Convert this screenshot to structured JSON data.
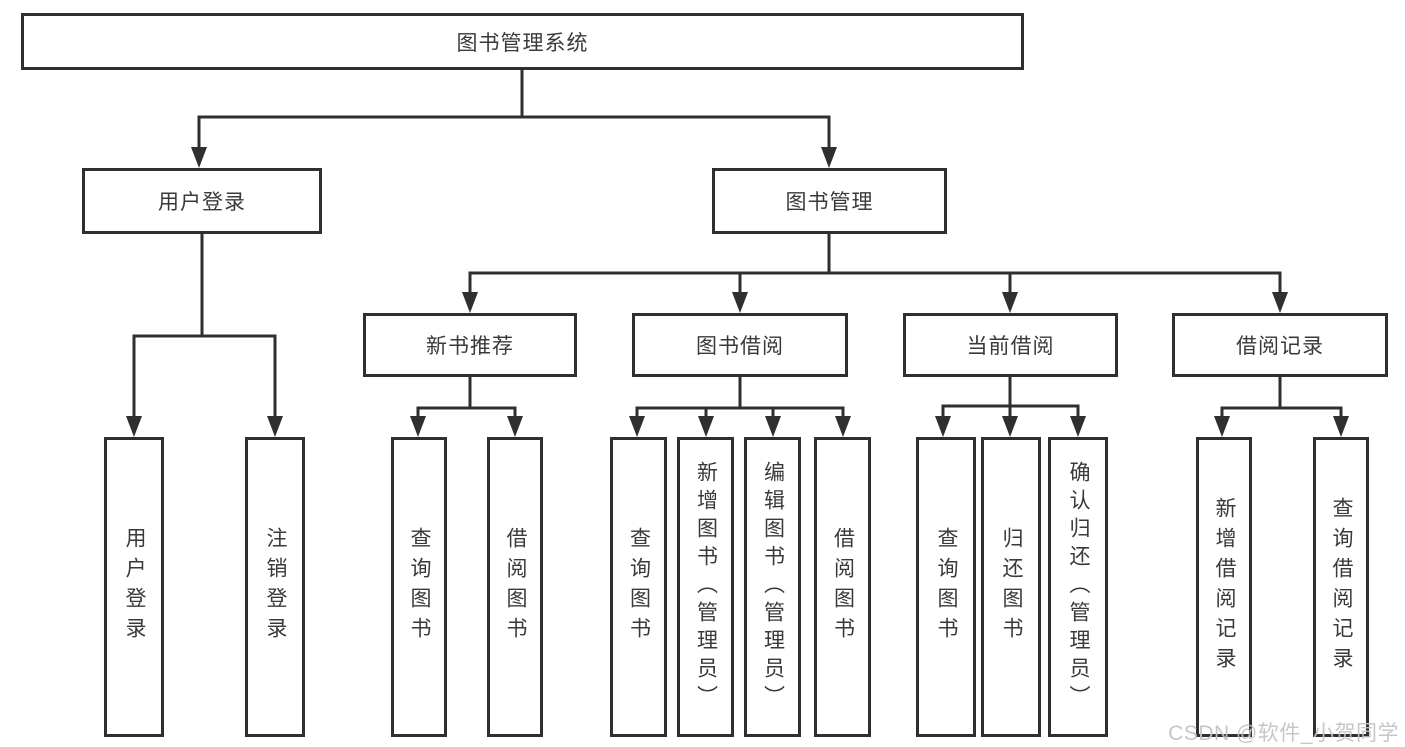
{
  "diagram": {
    "root": {
      "label": "图书管理系统"
    },
    "user_login": {
      "label": "用户登录",
      "children": [
        {
          "label": "用户登录"
        },
        {
          "label": "注销登录"
        }
      ]
    },
    "book_management": {
      "label": "图书管理",
      "children": [
        {
          "label": "新书推荐",
          "children": [
            {
              "label": "查询图书"
            },
            {
              "label": "借阅图书"
            }
          ]
        },
        {
          "label": "图书借阅",
          "children": [
            {
              "label": "查询图书"
            },
            {
              "label": "新增图书（管理员）"
            },
            {
              "label": "编辑图书（管理员）"
            },
            {
              "label": "借阅图书"
            }
          ]
        },
        {
          "label": "当前借阅",
          "children": [
            {
              "label": "查询图书"
            },
            {
              "label": "归还图书"
            },
            {
              "label": "确认归还（管理员）"
            }
          ]
        },
        {
          "label": "借阅记录",
          "children": [
            {
              "label": "新增借阅记录"
            },
            {
              "label": "查询借阅记录"
            }
          ]
        }
      ]
    }
  },
  "watermark": {
    "text": "CSDN @软件_小贺同学"
  },
  "colors": {
    "line": "#2f2f2f",
    "box_border": "#2f2f2f",
    "box_background": "#ffffff",
    "text": "#3a3a3a",
    "watermark": "#c3c3c5",
    "page_background": "#ffffff"
  }
}
